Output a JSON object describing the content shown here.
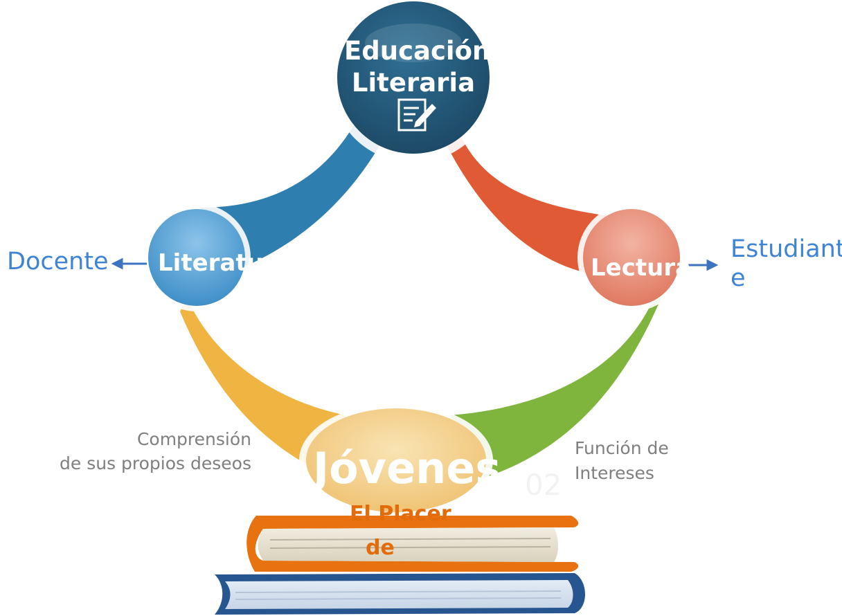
{
  "nodes": {
    "top": {
      "line1": "Educación",
      "line2": "Literaria",
      "icon": "document-pen-icon"
    },
    "left": {
      "label": "Literatura"
    },
    "right": {
      "label": "Lectura"
    },
    "bottom": {
      "label": "Jóvenes",
      "suffix": "02"
    }
  },
  "side_labels": {
    "left": "Docente",
    "right_line1": "Estudiant",
    "right_line2": "e"
  },
  "notes": {
    "left_line1": "Comprensión",
    "left_line2": "de sus propios deseos",
    "right_line1": "Función de",
    "right_line2": "Intereses"
  },
  "books": {
    "line1": "El Placer",
    "line2": "de"
  },
  "colors": {
    "top_circle": "#235878",
    "arc_top_left": "#2e7fb0",
    "arc_top_right": "#e05a35",
    "arc_bottom_left": "#efb441",
    "arc_bottom_right": "#7fb53c",
    "left_circle": "#5aa5d8",
    "right_circle": "#ea8a74",
    "bottom_circle": "#f3d28c",
    "side_text": "#3f84d4",
    "arrow": "#3d73c0",
    "book_top": "#e8720f",
    "book_bottom": "#27558f"
  }
}
